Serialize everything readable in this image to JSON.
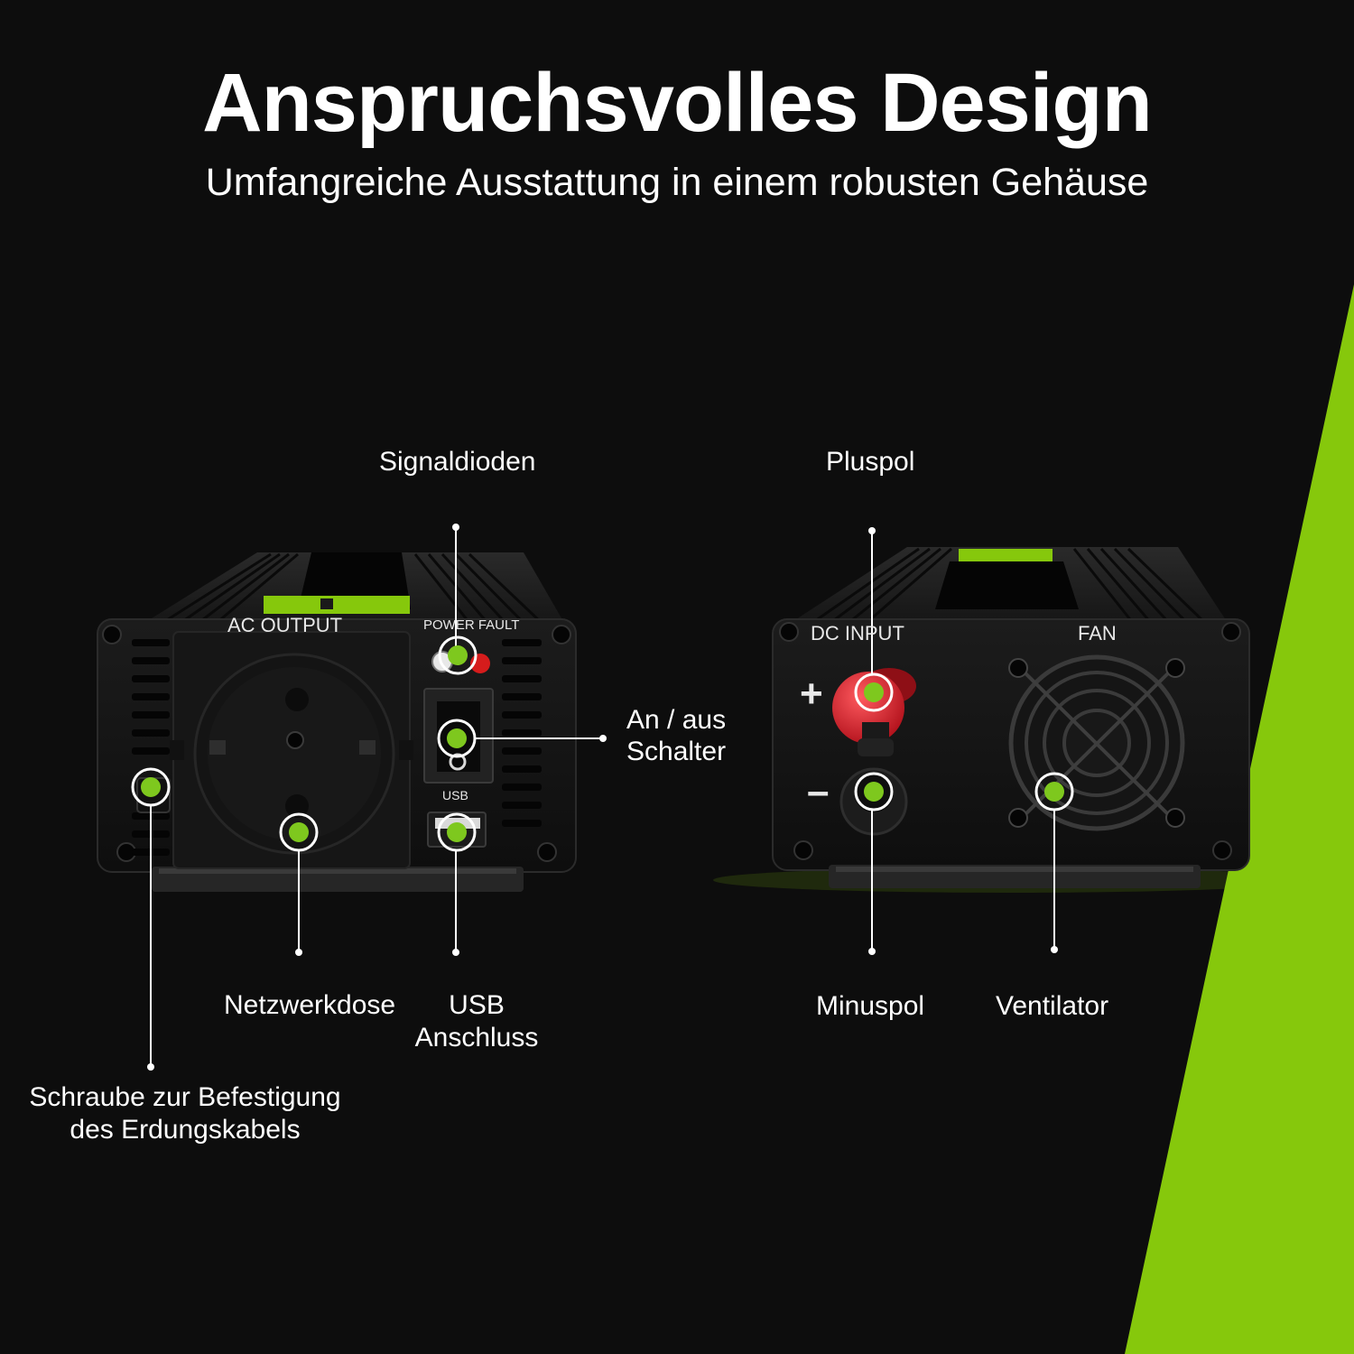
{
  "header": {
    "title": "Anspruchsvolles Design",
    "subtitle": "Umfangreiche Ausstattung in einem robusten Gehäuse"
  },
  "colors": {
    "background": "#0d0d0d",
    "accent_green": "#86c80c",
    "marker_green": "#7ec81e",
    "terminal_red": "#e0202a"
  },
  "front_panel": {
    "ac_output_label": "AC OUTPUT",
    "power_fault_label": "POWER FAULT",
    "usb_label": "USB"
  },
  "rear_panel": {
    "dc_input_label": "DC INPUT",
    "fan_label": "FAN",
    "plus_sign": "+",
    "minus_sign": "–"
  },
  "callouts": {
    "signaldioden": "Signaldioden",
    "an_aus_line1": "An / aus",
    "an_aus_line2": "Schalter",
    "netzwerkdose": "Netzwerkdose",
    "usb_line1": "USB",
    "usb_line2": "Anschluss",
    "schraube_line1": "Schraube zur Befestigung",
    "schraube_line2": "des Erdungskabels",
    "pluspol": "Pluspol",
    "minuspol": "Minuspol",
    "ventilator": "Ventilator"
  }
}
